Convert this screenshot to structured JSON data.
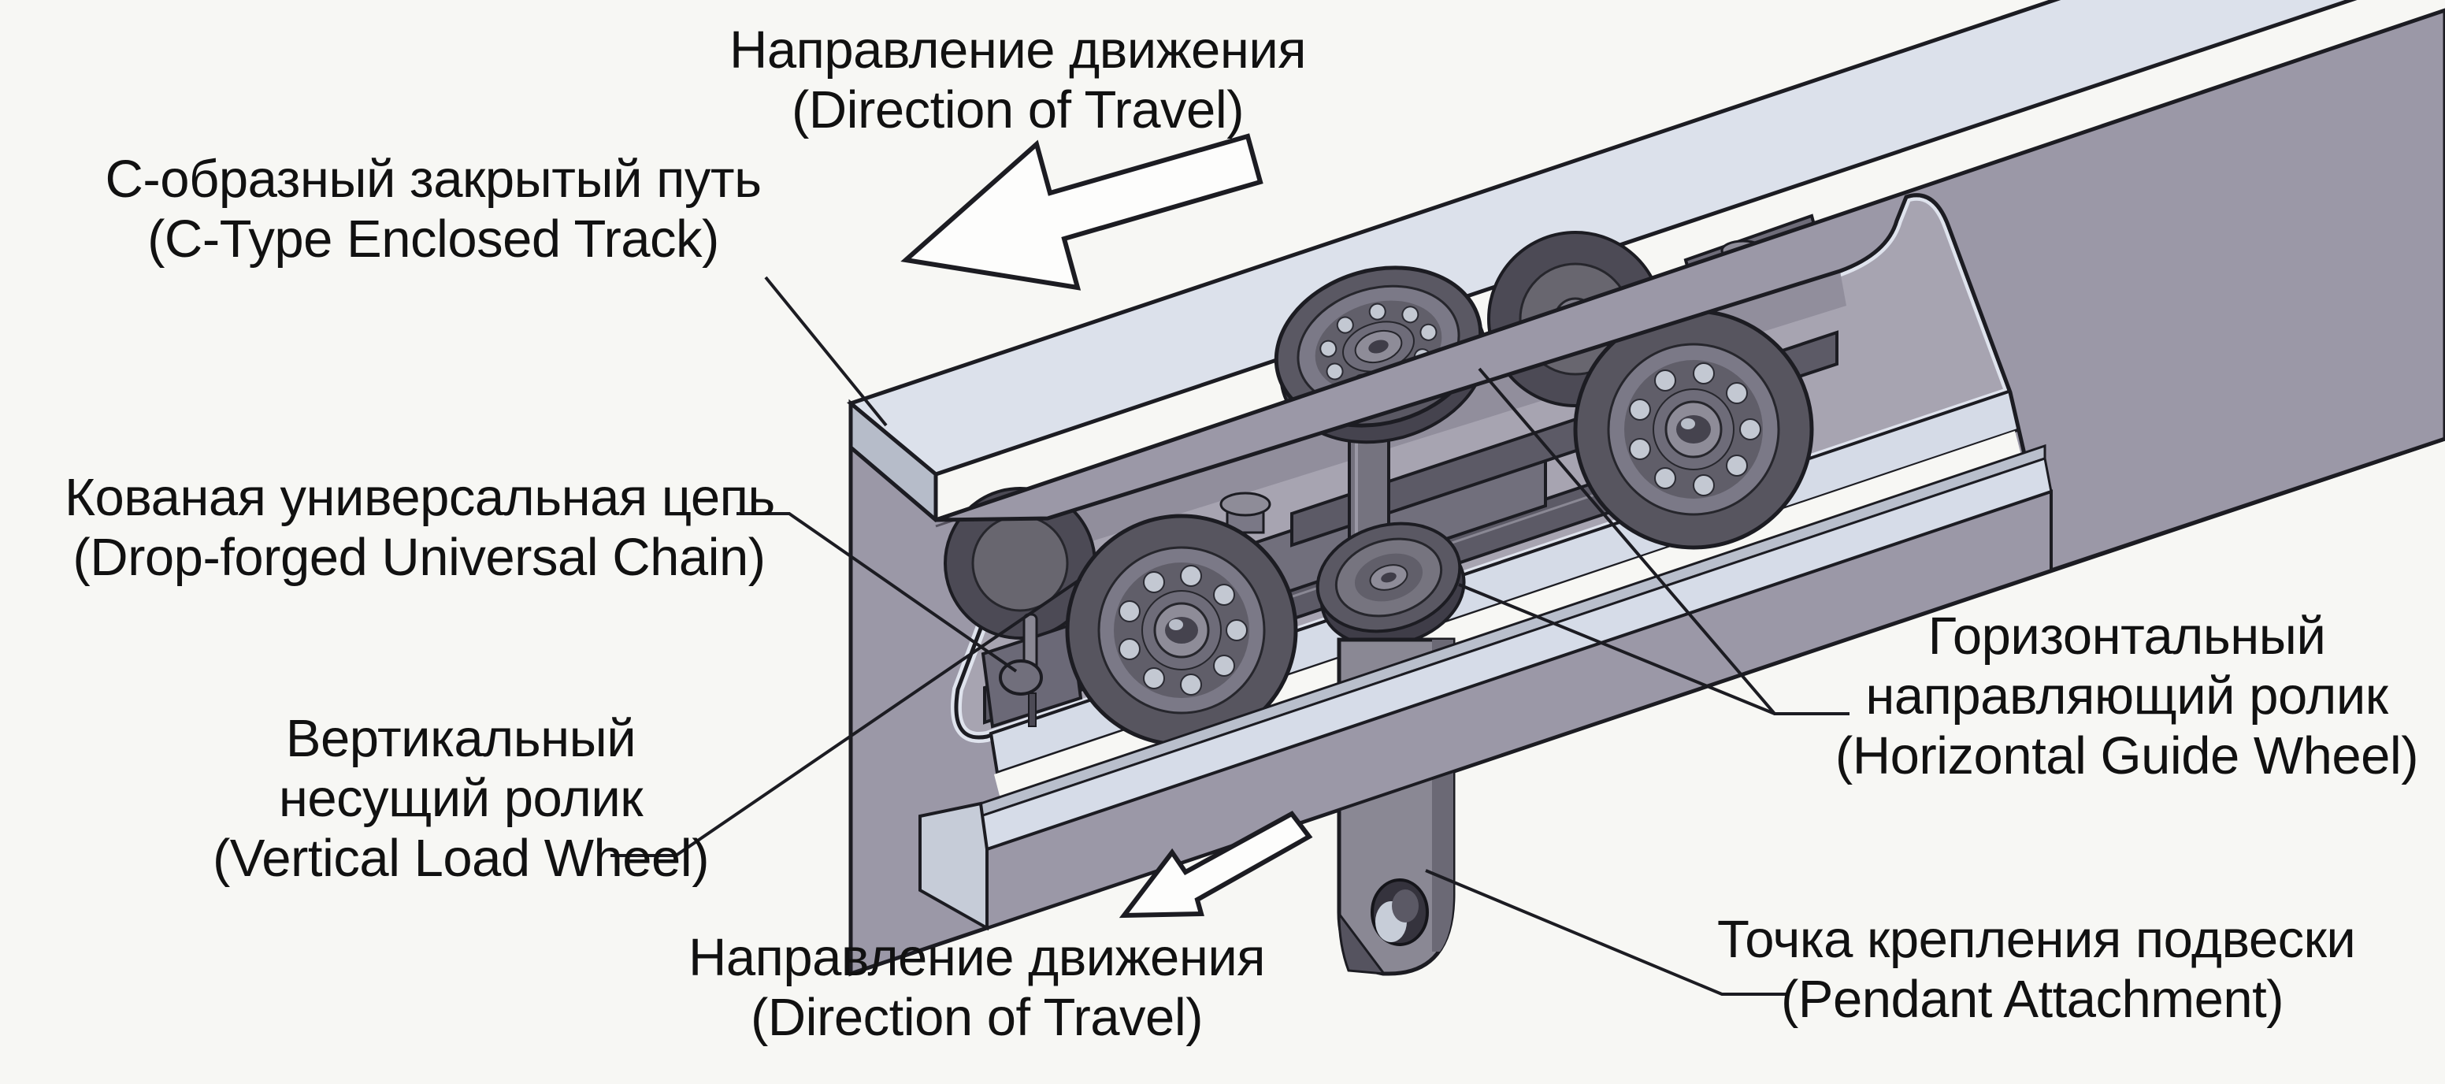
{
  "diagram": {
    "type": "technical-illustration",
    "labels": {
      "direction_top": {
        "ru": "Направление движения",
        "en": "(Direction of Travel)"
      },
      "track": {
        "ru": "С-образный закрытый путь",
        "en": "(C-Type Enclosed Track)"
      },
      "chain": {
        "ru": "Кованая универсальная цепь",
        "en": "(Drop-forged Universal Chain)"
      },
      "vertical_wheel": {
        "ru1": "Вертикальный",
        "ru2": "несущий ролик",
        "en": "(Vertical Load Wheel)"
      },
      "direction_bottom": {
        "ru": "Направление движения",
        "en": "(Direction of Travel)"
      },
      "horizontal_wheel": {
        "ru1": "Горизонтальный",
        "ru2": "направляющий ролик",
        "en": "(Horizontal Guide Wheel)"
      },
      "pendant": {
        "ru": "Точка крепления подвески",
        "en": "(Pendant Attachment)"
      }
    },
    "colors": {
      "background": "#f7f7f4",
      "text": "#111111",
      "outline": "#1c1c22",
      "track_top": "#dce1eb",
      "track_end": "#b6bcc9",
      "web": "#9b98a7",
      "interior": "#a7a4b1",
      "interior_shadow": "#918e9c",
      "flange_light": "#d5dbe7",
      "lip": "#b9bfcc",
      "rail_top": "#d6dce8",
      "rail_end": "#c6ccd8",
      "metal_dark": "#57555f",
      "metal_mid": "#7b7987",
      "metal_light": "#8e8c98",
      "metal_deep": "#45434e",
      "ball": "#c3c8d2",
      "arrow_fill": "#fdfdfc"
    }
  }
}
